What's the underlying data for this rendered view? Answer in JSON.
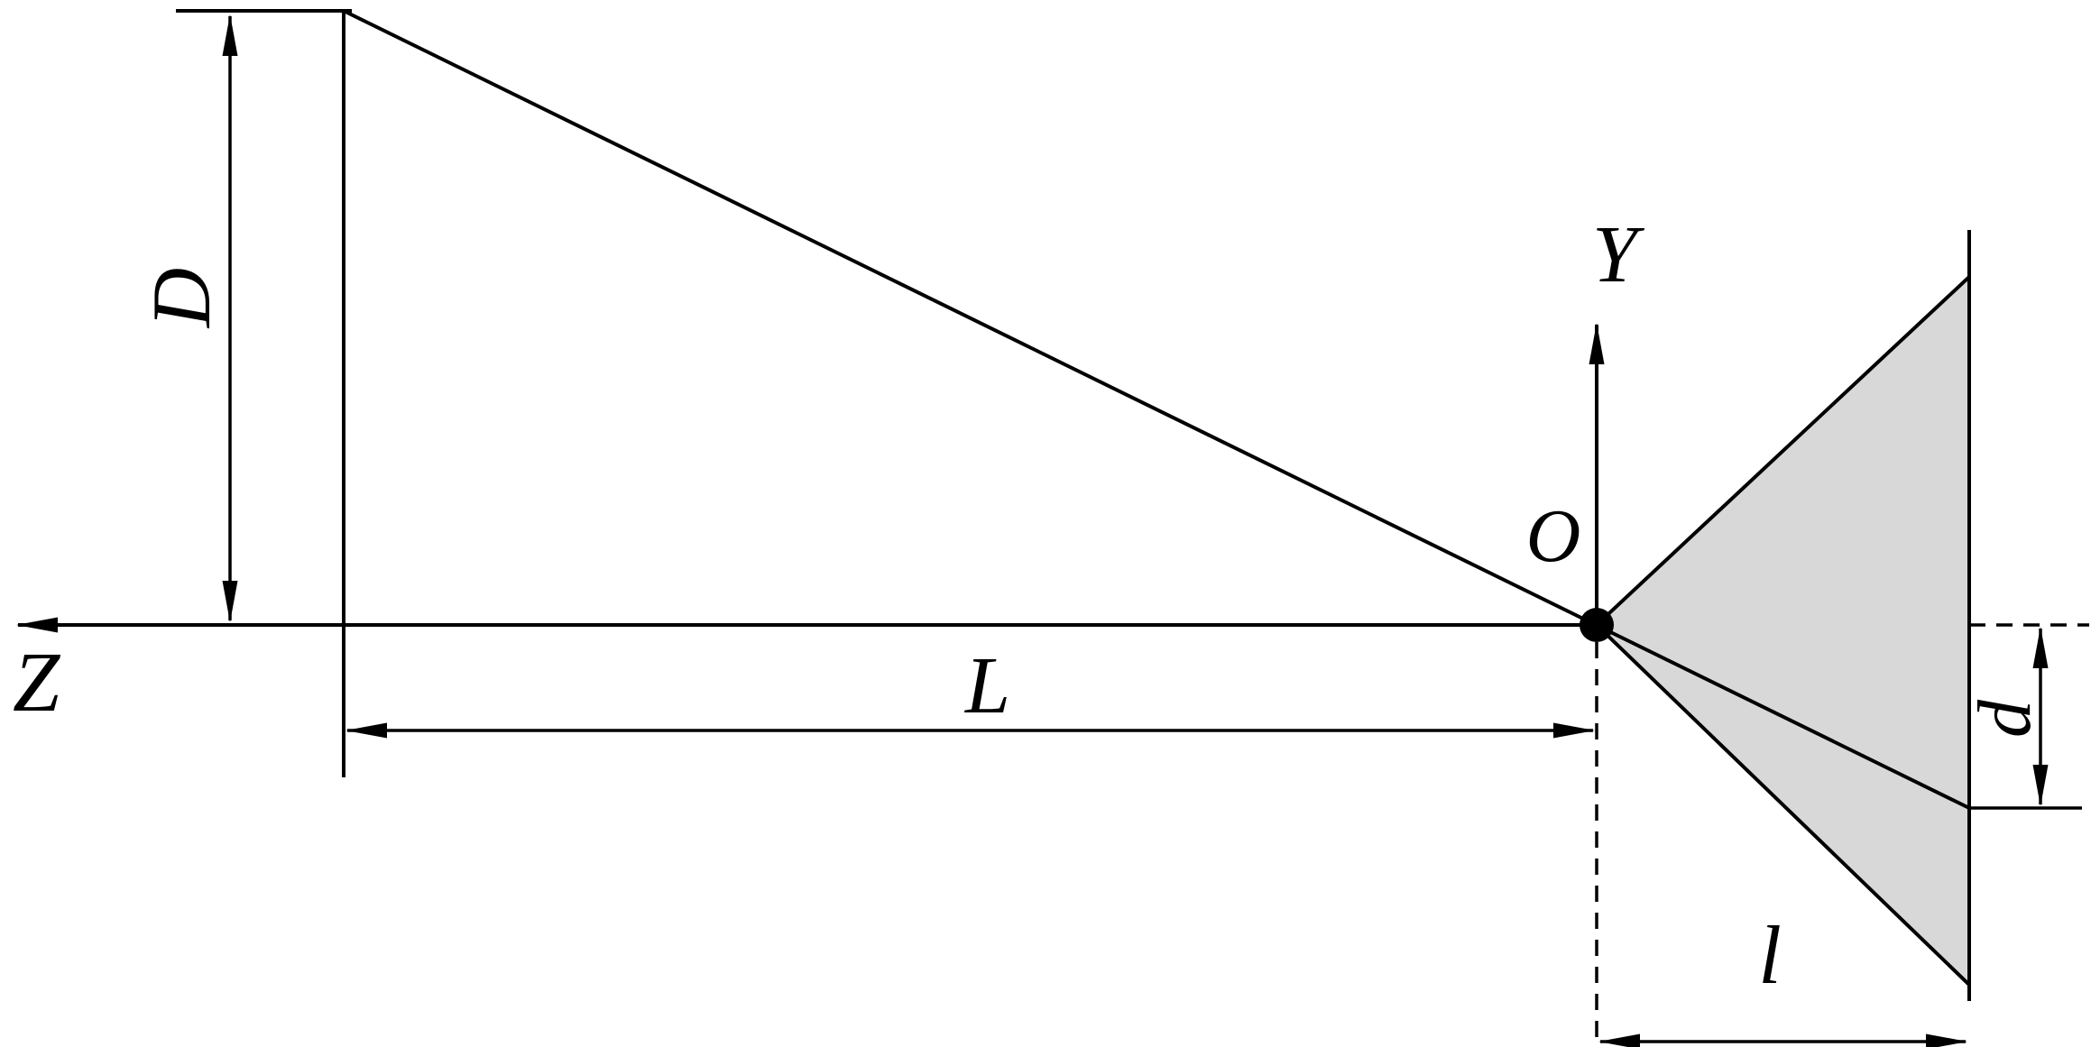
{
  "diagram": {
    "labels": {
      "object_height": "D",
      "z_axis": "Z",
      "object_distance": "L",
      "y_axis": "Y",
      "origin": "O",
      "image_size": "d",
      "image_distance": "l"
    },
    "colors": {
      "line": "#000000",
      "cone_fill": "#d8d8d8",
      "background": "#ffffff"
    }
  }
}
